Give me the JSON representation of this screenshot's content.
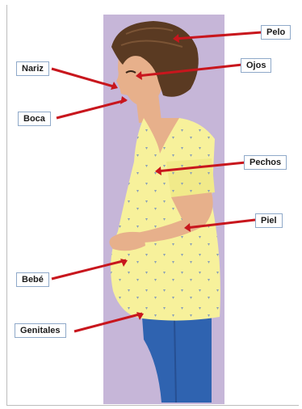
{
  "labels": {
    "pelo": "Pelo",
    "ojos": "Ojos",
    "nariz": "Nariz",
    "boca": "Boca",
    "pechos": "Pechos",
    "piel": "Piel",
    "bebe": "Bebé",
    "genitales": "Genitales"
  },
  "colors": {
    "background_panel": "#c6b6d8",
    "arrow": "#c8161d",
    "skin": "#e7b08b",
    "hair": "#5a3a22",
    "dress": "#f7f19b",
    "pants": "#2f63b0"
  }
}
